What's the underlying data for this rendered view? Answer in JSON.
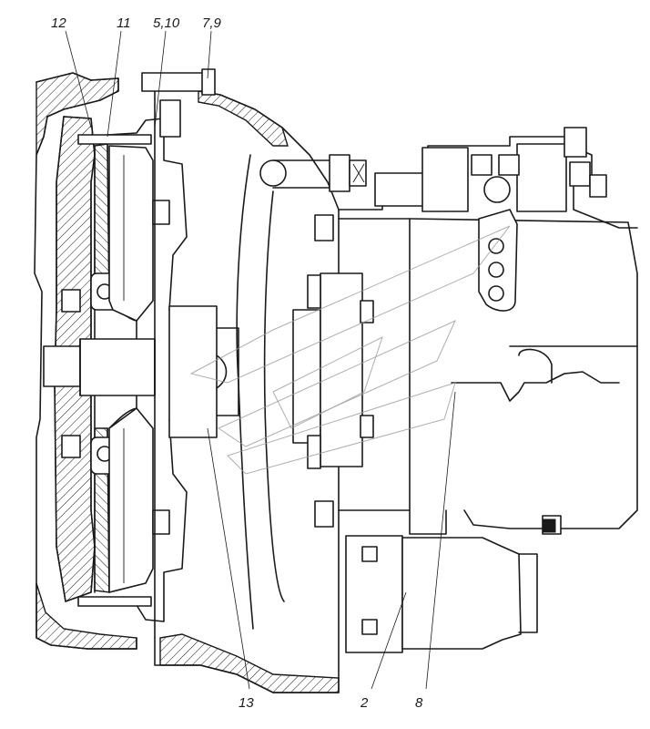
{
  "callouts": {
    "c12": "12",
    "c11": "11",
    "c5_10": "5,10",
    "c7_9": "7,9",
    "c13": "13",
    "c2": "2",
    "c8": "8"
  },
  "colors": {
    "line": "#1a1a1a",
    "background": "#ffffff",
    "watermark": "#9a9a9a"
  }
}
